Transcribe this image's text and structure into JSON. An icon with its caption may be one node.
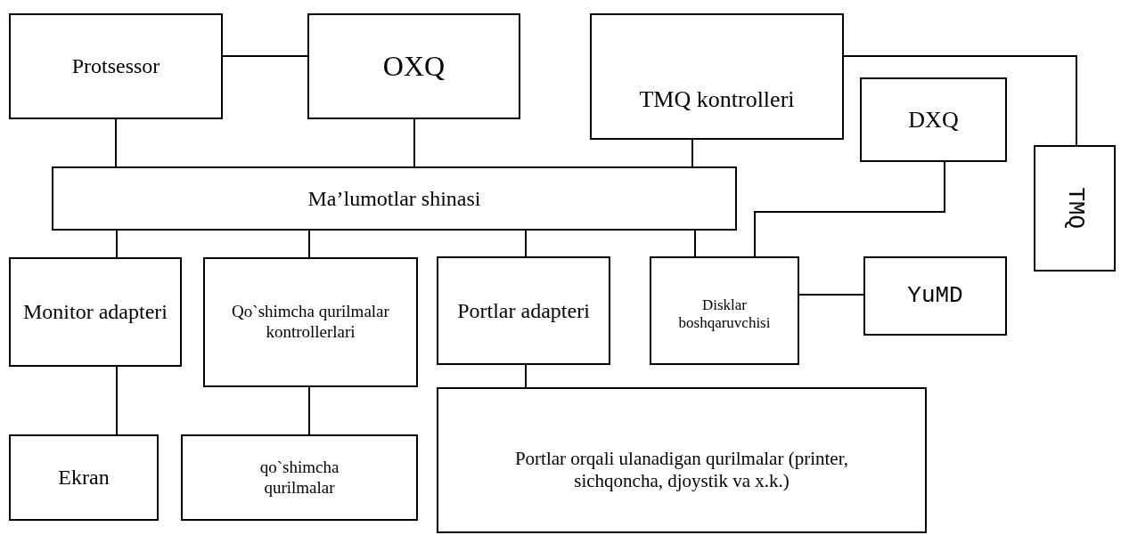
{
  "diagram": {
    "nodes": [
      {
        "text": [
          "Protsessor"
        ]
      },
      {
        "text": [
          "OXQ"
        ]
      },
      {
        "text": [
          "TMQ kontrolleri"
        ]
      },
      {
        "text": [
          "DXQ"
        ]
      },
      {
        "text": [
          "TMQ"
        ]
      },
      {
        "text": [
          "Ma’lumotlar shinasi"
        ]
      },
      {
        "text": [
          "Monitor adapteri"
        ]
      },
      {
        "text": [
          "Qo`shimcha qurilmalar kontrollerlari"
        ]
      },
      {
        "text": [
          "Portlar adapteri"
        ]
      },
      {
        "text": [
          "Disklar boshqaruvchisi"
        ]
      },
      {
        "text": [
          "YuMD"
        ]
      },
      {
        "text": [
          "Ekran"
        ]
      },
      {
        "text": [
          "qo`shimcha qurilmalar"
        ]
      },
      {
        "text": [
          "Portlar orqali ulanadigan qurilmalar (printer, sichqoncha, djoystik va x.k.)"
        ]
      }
    ],
    "edges": [
      {
        "from": 0,
        "to": 1,
        "arrow": "none"
      },
      {
        "from": 0,
        "to": 5,
        "arrow": "none"
      },
      {
        "from": 1,
        "to": 5,
        "arrow": "none"
      },
      {
        "from": 2,
        "to": 5,
        "arrow": "none"
      },
      {
        "from": 2,
        "to": 4,
        "arrow": "none"
      },
      {
        "from": 3,
        "to": 9,
        "arrow": "none"
      },
      {
        "from": 5,
        "to": 6,
        "arrow": "none"
      },
      {
        "from": 5,
        "to": 7,
        "arrow": "none"
      },
      {
        "from": 5,
        "to": 8,
        "arrow": "none"
      },
      {
        "from": 5,
        "to": 9,
        "arrow": "none"
      },
      {
        "from": 9,
        "to": 10,
        "arrow": "none"
      },
      {
        "from": 6,
        "to": 11,
        "arrow": "none"
      },
      {
        "from": 7,
        "to": 12,
        "arrow": "none"
      },
      {
        "from": 8,
        "to": 13,
        "arrow": "none"
      }
    ]
  }
}
